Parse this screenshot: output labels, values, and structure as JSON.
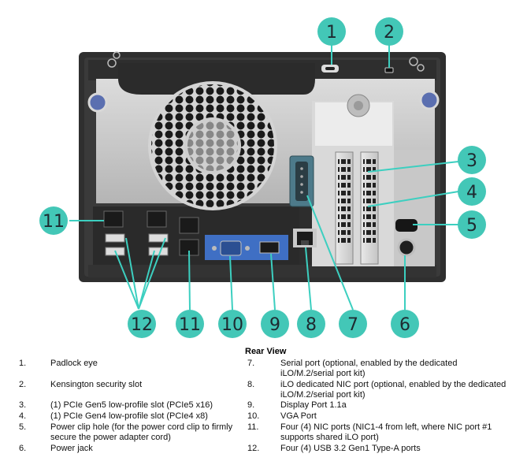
{
  "caption": "Rear View",
  "callouts": [
    "1",
    "2",
    "3",
    "4",
    "5",
    "6",
    "7",
    "8",
    "9",
    "10",
    "11",
    "12",
    "11"
  ],
  "legend_left": [
    {
      "num": "1.",
      "text": "Padlock eye"
    },
    {
      "num": "2.",
      "text": "Kensington security slot"
    },
    {
      "num": "3.",
      "text": "(1) PCIe Gen5 low-profile slot (PCIe5 x16)"
    },
    {
      "num": "4.",
      "text": "(1) PCIe Gen4 low-profile slot (PCIe4 x8)"
    },
    {
      "num": "5.",
      "text": "Power clip hole (for the power cord clip to firmly secure the power adapter cord)"
    },
    {
      "num": "6.",
      "text": "Power jack"
    }
  ],
  "legend_right": [
    {
      "num": "7.",
      "text": "Serial port (optional, enabled by the dedicated iLO/M.2/serial port kit)"
    },
    {
      "num": "8.",
      "text": "iLO dedicated NIC port (optional, enabled by the dedicated iLO/M.2/serial port kit)"
    },
    {
      "num": "9.",
      "text": "Display Port 1.1a"
    },
    {
      "num": "10.",
      "text": "VGA Port"
    },
    {
      "num": "11.",
      "text": "Four (4) NIC ports (NIC1-4 from left, where NIC port #1 supports shared iLO port)"
    },
    {
      "num": "12.",
      "text": "Four (4) USB 3.2 Gen1 Type-A ports"
    }
  ],
  "colors": {
    "callout_fill": "#43c7b7",
    "callout_line": "#3ccfc0",
    "chassis": "#3d3d3d",
    "panel": "#c9c9c9",
    "vga_blue": "#3f6fc4"
  },
  "icons": [
    "fan-grille",
    "padlock-eye",
    "kensington-slot",
    "thumbscrew",
    "serial-port",
    "vga-port",
    "display-port",
    "rj45-port",
    "usb-port",
    "power-jack",
    "power-clip"
  ]
}
